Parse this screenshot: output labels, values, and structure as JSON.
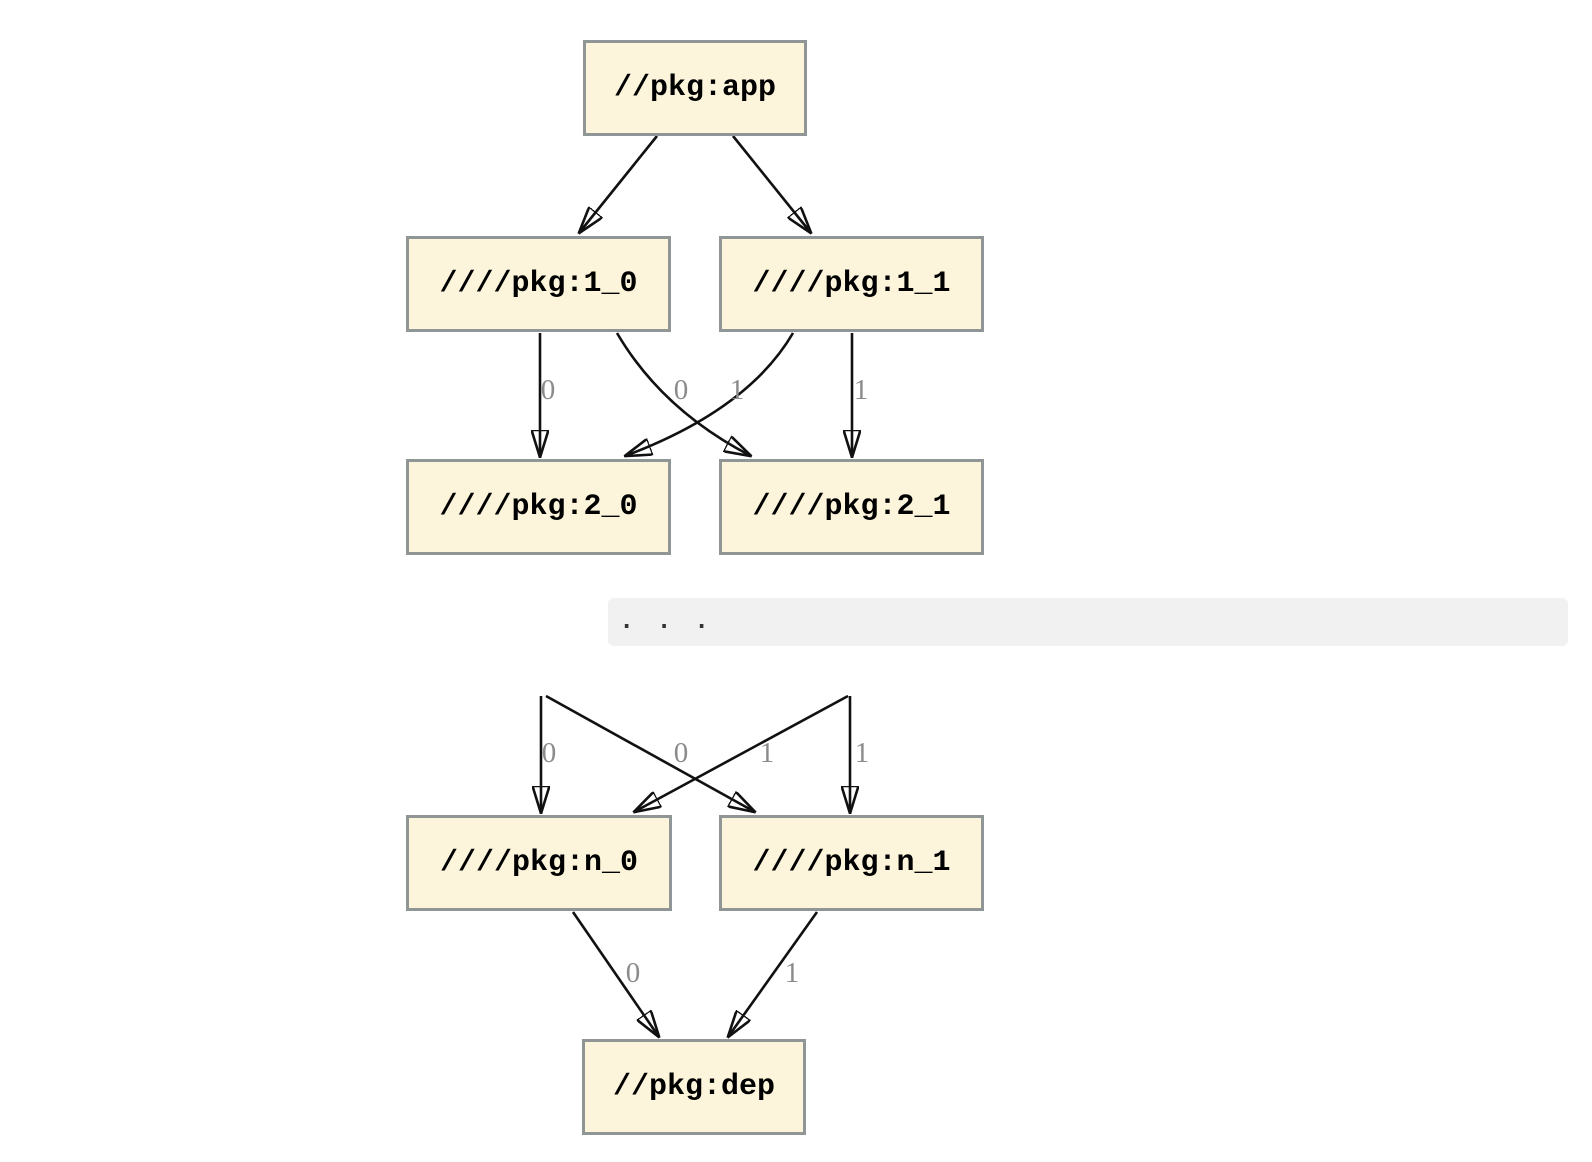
{
  "diagram": {
    "type": "dependency-graph",
    "nodes": [
      {
        "id": "app",
        "label": "//pkg:app"
      },
      {
        "id": "1_0",
        "label": "////pkg:1_0"
      },
      {
        "id": "1_1",
        "label": "////pkg:1_1"
      },
      {
        "id": "2_0",
        "label": "////pkg:2_0"
      },
      {
        "id": "2_1",
        "label": "////pkg:2_1"
      },
      {
        "id": "n_0",
        "label": "////pkg:n_0"
      },
      {
        "id": "n_1",
        "label": "////pkg:n_1"
      },
      {
        "id": "dep",
        "label": "//pkg:dep"
      }
    ],
    "ellipsis": ". . .",
    "edges": [
      {
        "from": "app",
        "to": "1_0",
        "label": ""
      },
      {
        "from": "app",
        "to": "1_1",
        "label": ""
      },
      {
        "from": "1_0",
        "to": "2_0",
        "label": "0"
      },
      {
        "from": "1_0",
        "to": "2_1",
        "label": "1"
      },
      {
        "from": "1_1",
        "to": "2_0",
        "label": "0"
      },
      {
        "from": "1_1",
        "to": "2_1",
        "label": "1"
      },
      {
        "from": "...",
        "to": "n_0",
        "label": "0"
      },
      {
        "from": "...",
        "to": "n_1",
        "label": "1"
      },
      {
        "from": "...",
        "to": "n_0",
        "label": "0"
      },
      {
        "from": "...",
        "to": "n_1",
        "label": "1"
      },
      {
        "from": "n_0",
        "to": "dep",
        "label": "0"
      },
      {
        "from": "n_1",
        "to": "dep",
        "label": "1"
      }
    ],
    "colors": {
      "node_fill": "#fcf5dc",
      "node_border": "#8f9695",
      "edge": "#111111",
      "edge_label": "#8b8b8b",
      "ellipsis_band": "#f1f1f1",
      "background": "#ffffff"
    }
  }
}
